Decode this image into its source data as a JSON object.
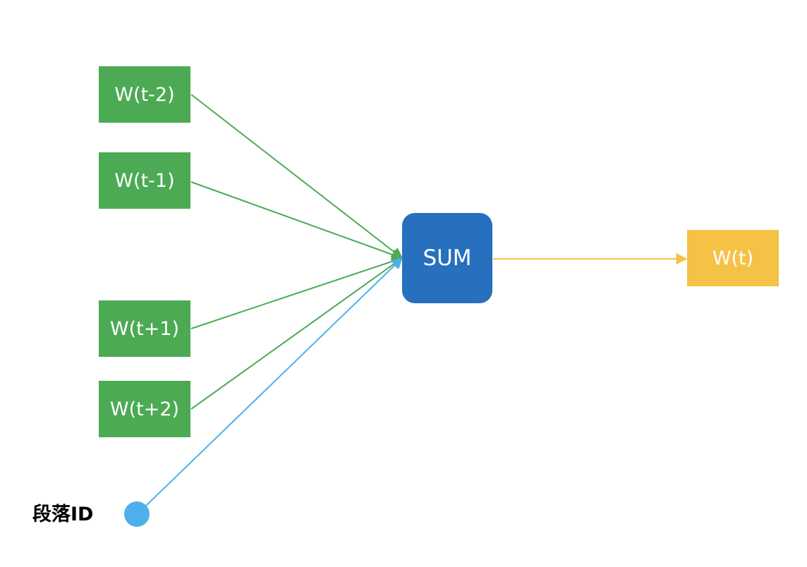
{
  "diagram": {
    "type": "flow",
    "colors": {
      "context": "#4caa55",
      "sum": "#2670be",
      "target": "#f5c245",
      "paragraph": "#4db0ea"
    },
    "context_words": [
      {
        "id": "w-t-2",
        "label": "W(t-2)"
      },
      {
        "id": "w-t-1",
        "label": "W(t-1)"
      },
      {
        "id": "w-t+1",
        "label": "W(t+1)"
      },
      {
        "id": "w-t+2",
        "label": "W(t+2)"
      }
    ],
    "paragraph": {
      "label": "段落ID"
    },
    "sum": {
      "label": "SUM"
    },
    "target": {
      "label": "W(t)"
    },
    "edges": [
      {
        "from": "w-t-2",
        "to": "sum",
        "color": "#4caa55"
      },
      {
        "from": "w-t-1",
        "to": "sum",
        "color": "#4caa55"
      },
      {
        "from": "w-t+1",
        "to": "sum",
        "color": "#4caa55"
      },
      {
        "from": "w-t+2",
        "to": "sum",
        "color": "#4caa55"
      },
      {
        "from": "paragraph",
        "to": "sum",
        "color": "#4db0ea"
      },
      {
        "from": "sum",
        "to": "target",
        "color": "#f5c245"
      }
    ]
  }
}
